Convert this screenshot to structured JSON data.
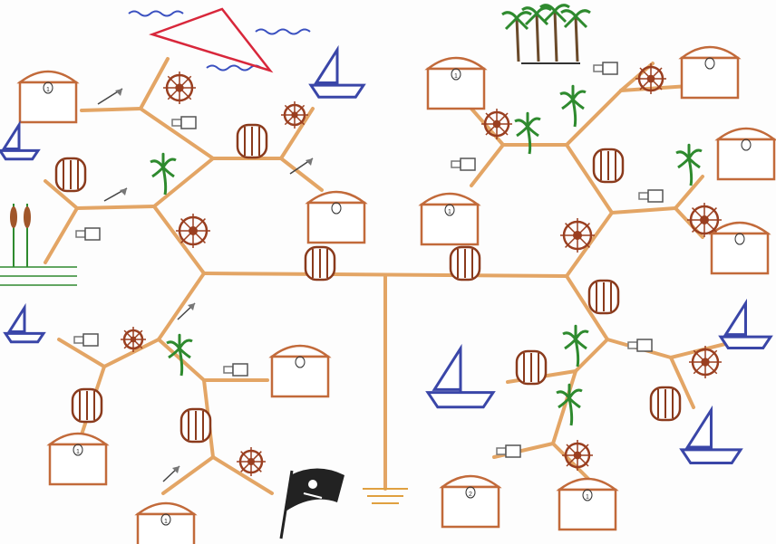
{
  "puzzle": {
    "chest_labels": [
      "1",
      "2",
      "1"
    ]
  },
  "colors": {
    "branch": "#e3a565",
    "chest": "#c26a3a",
    "barrel": "#8a3a1c",
    "wheel": "#9a3f20",
    "boat": "#3a46a8",
    "water": "#3a50c0",
    "palm": "#2e8a2e",
    "map": "#d8273b",
    "spyglass": "#777777"
  }
}
